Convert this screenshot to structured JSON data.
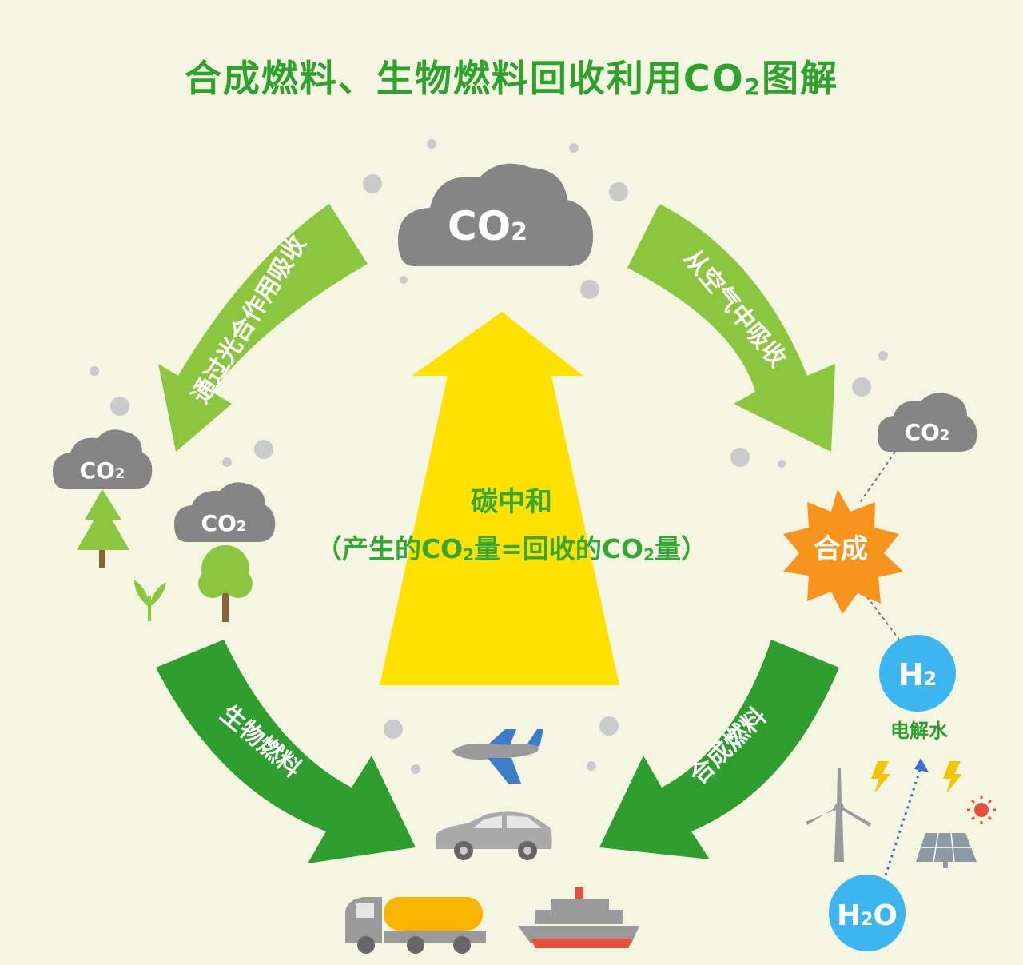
{
  "title": {
    "main": "合成燃料、生物燃料回收利用CO",
    "sub": "2",
    "end": "图解"
  },
  "clouds": {
    "top": {
      "main": "CO",
      "sub": "2"
    },
    "left_tree": {
      "main": "CO",
      "sub": "2"
    },
    "left_round_tree": {
      "main": "CO",
      "sub": "2"
    },
    "right": {
      "main": "CO",
      "sub": "2"
    }
  },
  "arrows": {
    "top_left": "通过光合作用吸收",
    "top_right": "从空气中吸收",
    "bottom_left": "生物燃料",
    "bottom_right": "合成燃料"
  },
  "center": {
    "line1": "碳中和",
    "line2_a": "（产生的CO",
    "line2_sub1": "2",
    "line2_b": "量=回收的CO",
    "line2_sub2": "2",
    "line2_c": "量）"
  },
  "synthesis": "合成",
  "h2": {
    "main": "H",
    "sub": "2"
  },
  "electrolysis": "电解水",
  "h2o": {
    "main": "H",
    "sub": "2",
    "end": "O"
  },
  "icons": [
    "airplane-icon",
    "car-icon",
    "tanker-truck-icon",
    "ship-icon",
    "wind-turbine-icon",
    "solar-panel-icon",
    "sun-icon",
    "lightning-icon",
    "conifer-tree-icon",
    "round-tree-icon",
    "sprout-icon"
  ],
  "colors": {
    "title": "#2fa22e",
    "light_green_arrow": "#8cc63f",
    "dark_green_arrow": "#2e9e2e",
    "yellow_arrow": "#ffe100",
    "cloud": "#8a8a8a",
    "synthesis_burst": "#f7941d",
    "h2_circle": "#3db5ee"
  }
}
